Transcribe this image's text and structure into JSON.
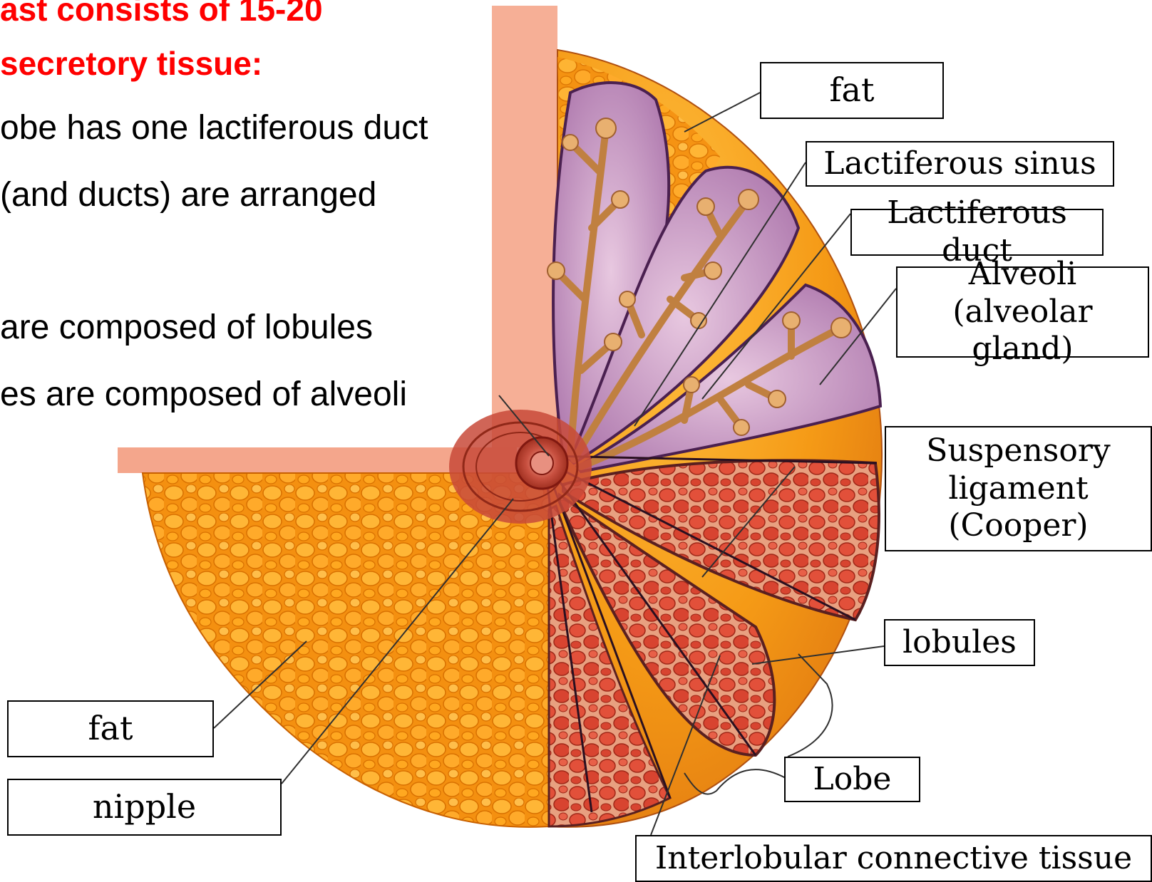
{
  "text_block": {
    "heading_line1": "ast consists of 15-20",
    "heading_line2": "secretory tissue:",
    "bullets": [
      "obe has one lactiferous duct",
      " (and ducts) are arranged",
      "are composed of lobules",
      "es are composed of alveoli"
    ]
  },
  "labels": {
    "fat_top": "fat",
    "lactiferous_sinus": "Lactiferous sinus",
    "lactiferous_duct": "Lactiferous duct",
    "alveoli": "Alveoli\n(alveolar gland)",
    "suspensory_ligament": "Suspensory\nligament\n(Cooper)",
    "lobules": "lobules",
    "lobe": "Lobe",
    "interlobular": "Interlobular connective tissue",
    "fat_bottom": "fat",
    "nipple": "nipple"
  },
  "colors": {
    "heading": "#ff0000",
    "skin": "#f4a68c",
    "fat": "#f59a16",
    "lobule": "#d8402a",
    "lobe_interior": "#c8a0c8"
  }
}
